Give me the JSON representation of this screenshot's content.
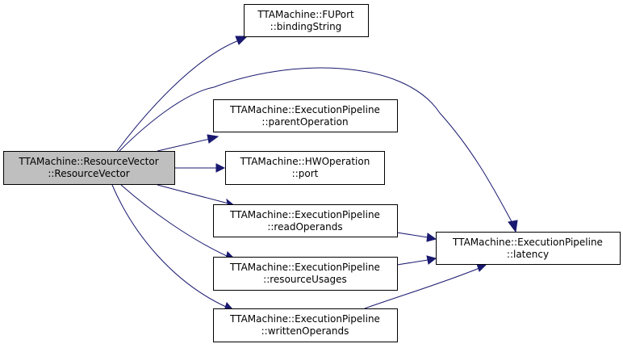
{
  "graph": {
    "root": {
      "line1": "TTAMachine::ResourceVector",
      "line2": "::ResourceVector",
      "fill": "#bfbfbf"
    },
    "callees": [
      {
        "id": "binding-string",
        "line1": "TTAMachine::FUPort",
        "line2": "::bindingString"
      },
      {
        "id": "parent-operation",
        "line1": "TTAMachine::ExecutionPipeline",
        "line2": "::parentOperation"
      },
      {
        "id": "port",
        "line1": "TTAMachine::HWOperation",
        "line2": "::port"
      },
      {
        "id": "read-operands",
        "line1": "TTAMachine::ExecutionPipeline",
        "line2": "::readOperands"
      },
      {
        "id": "resource-usages",
        "line1": "TTAMachine::ExecutionPipeline",
        "line2": "::resourceUsages"
      },
      {
        "id": "written-operands",
        "line1": "TTAMachine::ExecutionPipeline",
        "line2": "::writtenOperands"
      },
      {
        "id": "latency",
        "line1": "TTAMachine::ExecutionPipeline",
        "line2": "::latency"
      }
    ],
    "node_fill": "#ffffff",
    "edge_color": "#191970"
  }
}
